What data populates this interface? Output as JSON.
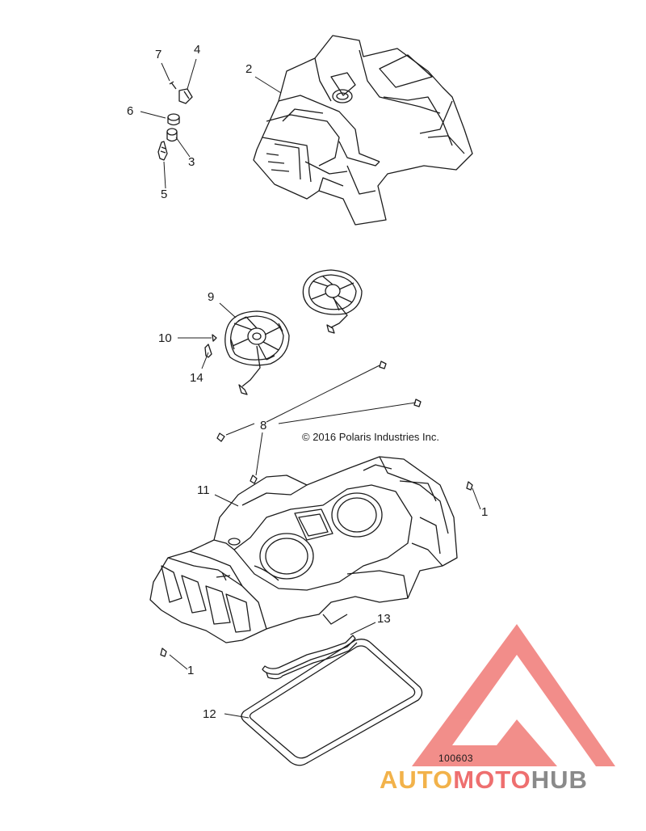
{
  "callouts": [
    {
      "id": "c1a",
      "text": "1"
    },
    {
      "id": "c1b",
      "text": "1"
    },
    {
      "id": "c2",
      "text": "2"
    },
    {
      "id": "c3",
      "text": "3"
    },
    {
      "id": "c4",
      "text": "4"
    },
    {
      "id": "c5",
      "text": "5"
    },
    {
      "id": "c6",
      "text": "6"
    },
    {
      "id": "c7",
      "text": "7"
    },
    {
      "id": "c8",
      "text": "8"
    },
    {
      "id": "c9",
      "text": "9"
    },
    {
      "id": "c10",
      "text": "10"
    },
    {
      "id": "c11",
      "text": "11"
    },
    {
      "id": "c12",
      "text": "12"
    },
    {
      "id": "c13",
      "text": "13"
    },
    {
      "id": "c14",
      "text": "14"
    }
  ],
  "copyright": "© 2016 Polaris Industries Inc.",
  "drawing_number": "100603",
  "watermark": {
    "part1": "AUTO",
    "part2": "MOTO",
    "part3": "HUB",
    "colors": {
      "auto": "#f2b24a",
      "moto": "#ee6f6f",
      "hub": "#8a8a8a",
      "triangle": "#f07a76"
    }
  }
}
